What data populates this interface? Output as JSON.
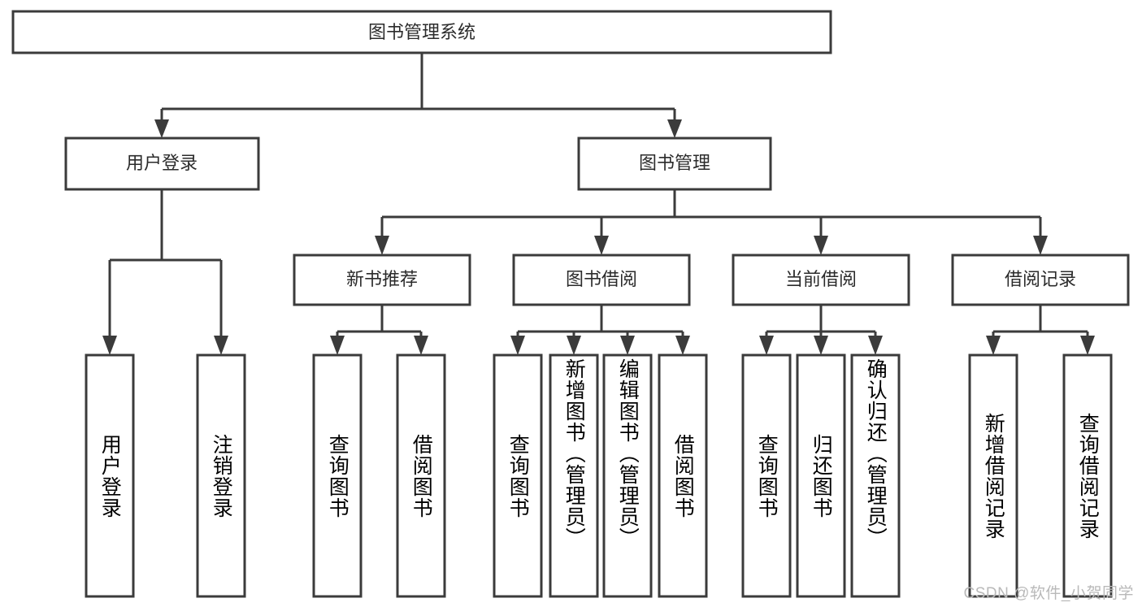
{
  "diagram": {
    "type": "tree-hierarchy",
    "title": "图书管理系统",
    "root": {
      "label": "图书管理系统",
      "orientation": "horizontal"
    },
    "level2": [
      {
        "label": "用户登录",
        "orientation": "horizontal"
      },
      {
        "label": "图书管理",
        "orientation": "horizontal"
      }
    ],
    "level3": [
      {
        "label": "新书推荐",
        "orientation": "horizontal"
      },
      {
        "label": "图书借阅",
        "orientation": "horizontal"
      },
      {
        "label": "当前借阅",
        "orientation": "horizontal"
      },
      {
        "label": "借阅记录",
        "orientation": "horizontal"
      }
    ],
    "leaves": {
      "user_login": [
        {
          "label": "用户登录",
          "orientation": "vertical"
        },
        {
          "label": "注销登录",
          "orientation": "vertical"
        }
      ],
      "new_book_recommend": [
        {
          "label": "查询图书",
          "orientation": "vertical"
        },
        {
          "label": "借阅图书",
          "orientation": "vertical"
        }
      ],
      "book_borrow": [
        {
          "label": "查询图书",
          "orientation": "vertical"
        },
        {
          "label": "新增图书（管理员）",
          "orientation": "vertical"
        },
        {
          "label": "编辑图书（管理员）",
          "orientation": "vertical"
        },
        {
          "label": "借阅图书",
          "orientation": "vertical"
        }
      ],
      "current_borrow": [
        {
          "label": "查询图书",
          "orientation": "vertical"
        },
        {
          "label": "归还图书",
          "orientation": "vertical"
        },
        {
          "label": "确认归还（管理员）",
          "orientation": "vertical"
        }
      ],
      "borrow_record": [
        {
          "label": "新增借阅记录",
          "orientation": "vertical"
        },
        {
          "label": "查询借阅记录",
          "orientation": "vertical"
        }
      ]
    },
    "colors": {
      "box_stroke": "#3b3b3b",
      "box_fill": "#ffffff",
      "text": "#2b2b2b",
      "background": "#ffffff",
      "watermark": "#b9b9b9"
    }
  },
  "watermark": {
    "text": "CSDN @软件_小贺同学"
  }
}
